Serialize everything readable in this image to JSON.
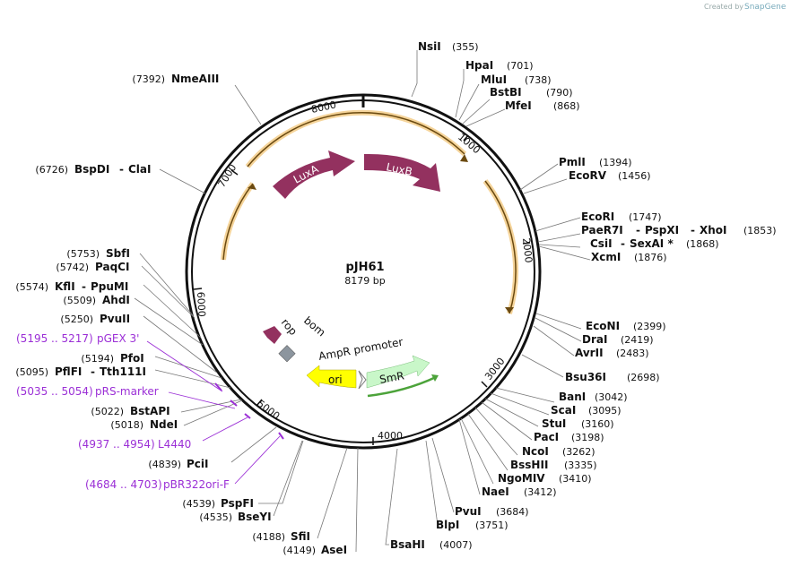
{
  "credit": {
    "prefix": "Created by",
    "brand": "SnapGene"
  },
  "plasmid": {
    "name": "pJH61",
    "size": "8179 bp"
  },
  "ticks": [
    "1000",
    "2000",
    "3000",
    "4000",
    "5000",
    "6000",
    "7000",
    "8000"
  ],
  "features": {
    "luxa": "LuxA",
    "luxb": "LuxB",
    "rop": "rop",
    "bom": "bom",
    "ampr_promoter": "AmpR promoter",
    "ori": "ori",
    "smr": "SmR"
  },
  "sites": [
    {
      "name": "NsiI",
      "pos": "(355)"
    },
    {
      "name": "HpaI",
      "pos": "(701)"
    },
    {
      "name": "MluI",
      "pos": "(738)"
    },
    {
      "name": "BstBI",
      "pos": "(790)"
    },
    {
      "name": "MfeI",
      "pos": "(868)"
    },
    {
      "name": "PmlI",
      "pos": "(1394)"
    },
    {
      "name": "EcoRV",
      "pos": "(1456)"
    },
    {
      "name": "EcoRI",
      "pos": "(1747)"
    },
    {
      "name": "PaeR7I",
      "sep1": "-",
      "name2": "PspXI",
      "sep2": "-",
      "name3": "XhoI",
      "pos": "(1853)"
    },
    {
      "name": "CsiI",
      "sep1": "-",
      "name2": "SexAI *",
      "pos": "(1868)"
    },
    {
      "name": "XcmI",
      "pos": "(1876)"
    },
    {
      "name": "EcoNI",
      "pos": "(2399)"
    },
    {
      "name": "DraI",
      "pos": "(2419)"
    },
    {
      "name": "AvrII",
      "pos": "(2483)"
    },
    {
      "name": "Bsu36I",
      "pos": "(2698)"
    },
    {
      "name": "BanI",
      "pos": "(3042)"
    },
    {
      "name": "ScaI",
      "pos": "(3095)"
    },
    {
      "name": "StuI",
      "pos": "(3160)"
    },
    {
      "name": "PacI",
      "pos": "(3198)"
    },
    {
      "name": "NcoI",
      "pos": "(3262)"
    },
    {
      "name": "BssHII",
      "pos": "(3335)"
    },
    {
      "name": "NgoMIV",
      "pos": "(3410)"
    },
    {
      "name": "NaeI",
      "pos": "(3412)"
    },
    {
      "name": "PvuI",
      "pos": "(3684)"
    },
    {
      "name": "BlpI",
      "pos": "(3751)"
    },
    {
      "name": "BsaHI",
      "pos": "(4007)"
    },
    {
      "name": "AseI",
      "pos": "(4149)"
    },
    {
      "name": "SfiI",
      "pos": "(4188)"
    },
    {
      "name": "BseYI",
      "pos": "(4535)"
    },
    {
      "name": "PspFI",
      "pos": "(4539)"
    },
    {
      "name": "PciI",
      "pos": "(4839)"
    },
    {
      "name": "NdeI",
      "pos": "(5018)"
    },
    {
      "name": "BstAPI",
      "pos": "(5022)"
    },
    {
      "name": "PflFI",
      "sep1": "-",
      "name2": "Tth111I",
      "pos": "(5095)"
    },
    {
      "name": "PfoI",
      "pos": "(5194)"
    },
    {
      "name": "PvuII",
      "pos": "(5250)"
    },
    {
      "name": "AhdI",
      "pos": "(5509)"
    },
    {
      "name": "KflI",
      "sep1": "-",
      "name2": "PpuMI",
      "pos": "(5574)"
    },
    {
      "name": "PaqCI",
      "pos": "(5742)"
    },
    {
      "name": "SbfI",
      "pos": "(5753)"
    },
    {
      "name": "BspDI",
      "sep1": "-",
      "name2": "ClaI",
      "pos": "(6726)"
    },
    {
      "name": "NmeAIII",
      "pos": "(7392)"
    }
  ],
  "primers": [
    {
      "range": "(5195 .. 5217)",
      "name": "pGEX 3'"
    },
    {
      "range": "(5035 .. 5054)",
      "name": "pRS-marker"
    },
    {
      "range": "(4937 .. 4954)",
      "name": "L4440"
    },
    {
      "range": "(4684 .. 4703)",
      "name": "pBR322ori-F"
    }
  ],
  "colors": {
    "lux": "#93315f",
    "ori": "#ffff00",
    "smr": "#c9f7c9",
    "bom": "#8c959e",
    "arrow_orange": "#f5c060",
    "primer": "#9b2fd6",
    "smr_arc": "#4ca33a"
  }
}
